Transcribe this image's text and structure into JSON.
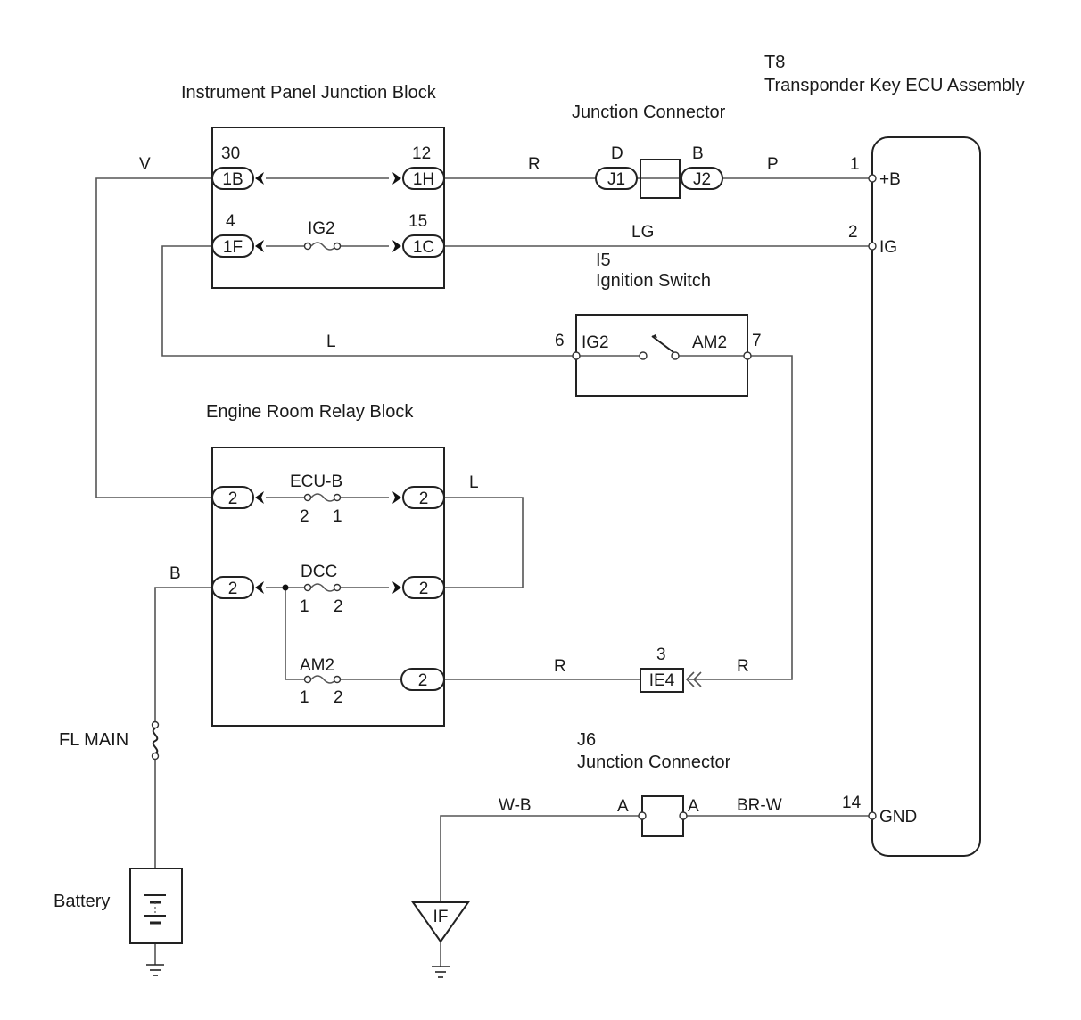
{
  "ecu": {
    "code": "T8",
    "name": "Transponder Key ECU Assembly",
    "pin1": "1",
    "pin1_label": "+B",
    "pin2": "2",
    "pin2_label": "IG",
    "pin14": "14",
    "pin14_label": "GND"
  },
  "ipjb": {
    "title": "Instrument Panel Junction Block",
    "c1B": "1B",
    "c1H": "1H",
    "c1F": "1F",
    "c1C": "1C",
    "p30": "30",
    "p12": "12",
    "p4": "4",
    "p15": "15",
    "fuse": "IG2"
  },
  "jc": {
    "title": "Junction Connector",
    "J1": "J1",
    "J2": "J2",
    "D": "D",
    "B": "B"
  },
  "ign": {
    "code": "I5",
    "name": "Ignition Switch",
    "pin6": "6",
    "pin7": "7",
    "IG2": "IG2",
    "AM2": "AM2"
  },
  "errb": {
    "title": "Engine Room Relay Block",
    "two": "2",
    "fuse_ecub": "ECU-B",
    "fuse_dcc": "DCC",
    "fuse_am2": "AM2",
    "one": "1"
  },
  "ie4": {
    "label": "IE4",
    "pin": "3"
  },
  "j6": {
    "code": "J6",
    "name": "Junction Connector",
    "A": "A"
  },
  "wires": {
    "V": "V",
    "R": "R",
    "P": "P",
    "LG": "LG",
    "L": "L",
    "B": "B",
    "WB": "W-B",
    "BRW": "BR-W"
  },
  "fl_main": "FL MAIN",
  "battery": "Battery",
  "ground": "IF"
}
